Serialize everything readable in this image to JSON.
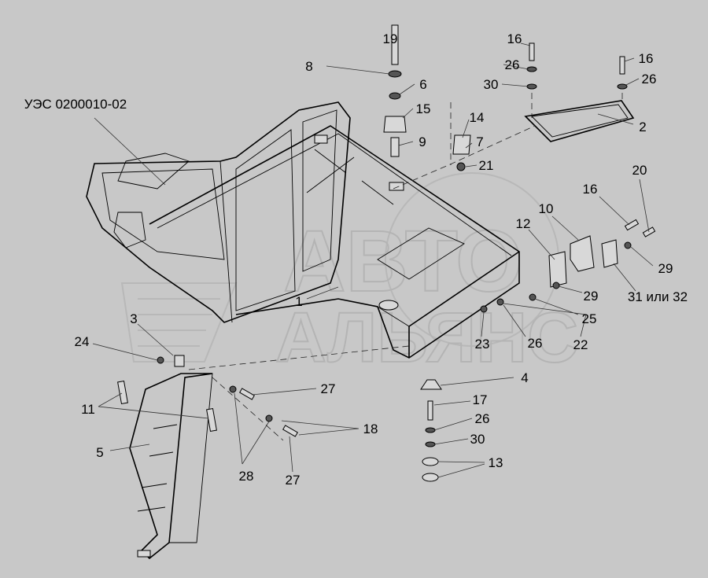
{
  "title": "УЭС 0200010-02",
  "watermark": {
    "line1": "АВТО",
    "line2": "АЛЬЯНС"
  },
  "labels": {
    "l19": "19",
    "l8": "8",
    "l6": "6",
    "l15": "15",
    "l9": "9",
    "l14": "14",
    "l7": "7",
    "l21": "21",
    "l16a": "16",
    "l26a": "26",
    "l30a": "30",
    "l16b": "16",
    "l26b": "26",
    "l2": "2",
    "l20": "20",
    "l16c": "16",
    "l10": "10",
    "l12": "12",
    "l29a": "29",
    "l29b": "29",
    "l31": "31 или 32",
    "l25": "25",
    "l22": "22",
    "l26c": "26",
    "l23": "23",
    "l1": "1",
    "l3": "3",
    "l24": "24",
    "l4": "4",
    "l27a": "27",
    "l17": "17",
    "l26d": "26",
    "l30b": "30",
    "l13": "13",
    "l18": "18",
    "l11": "11",
    "l5": "5",
    "l28": "28",
    "l27b": "27"
  }
}
